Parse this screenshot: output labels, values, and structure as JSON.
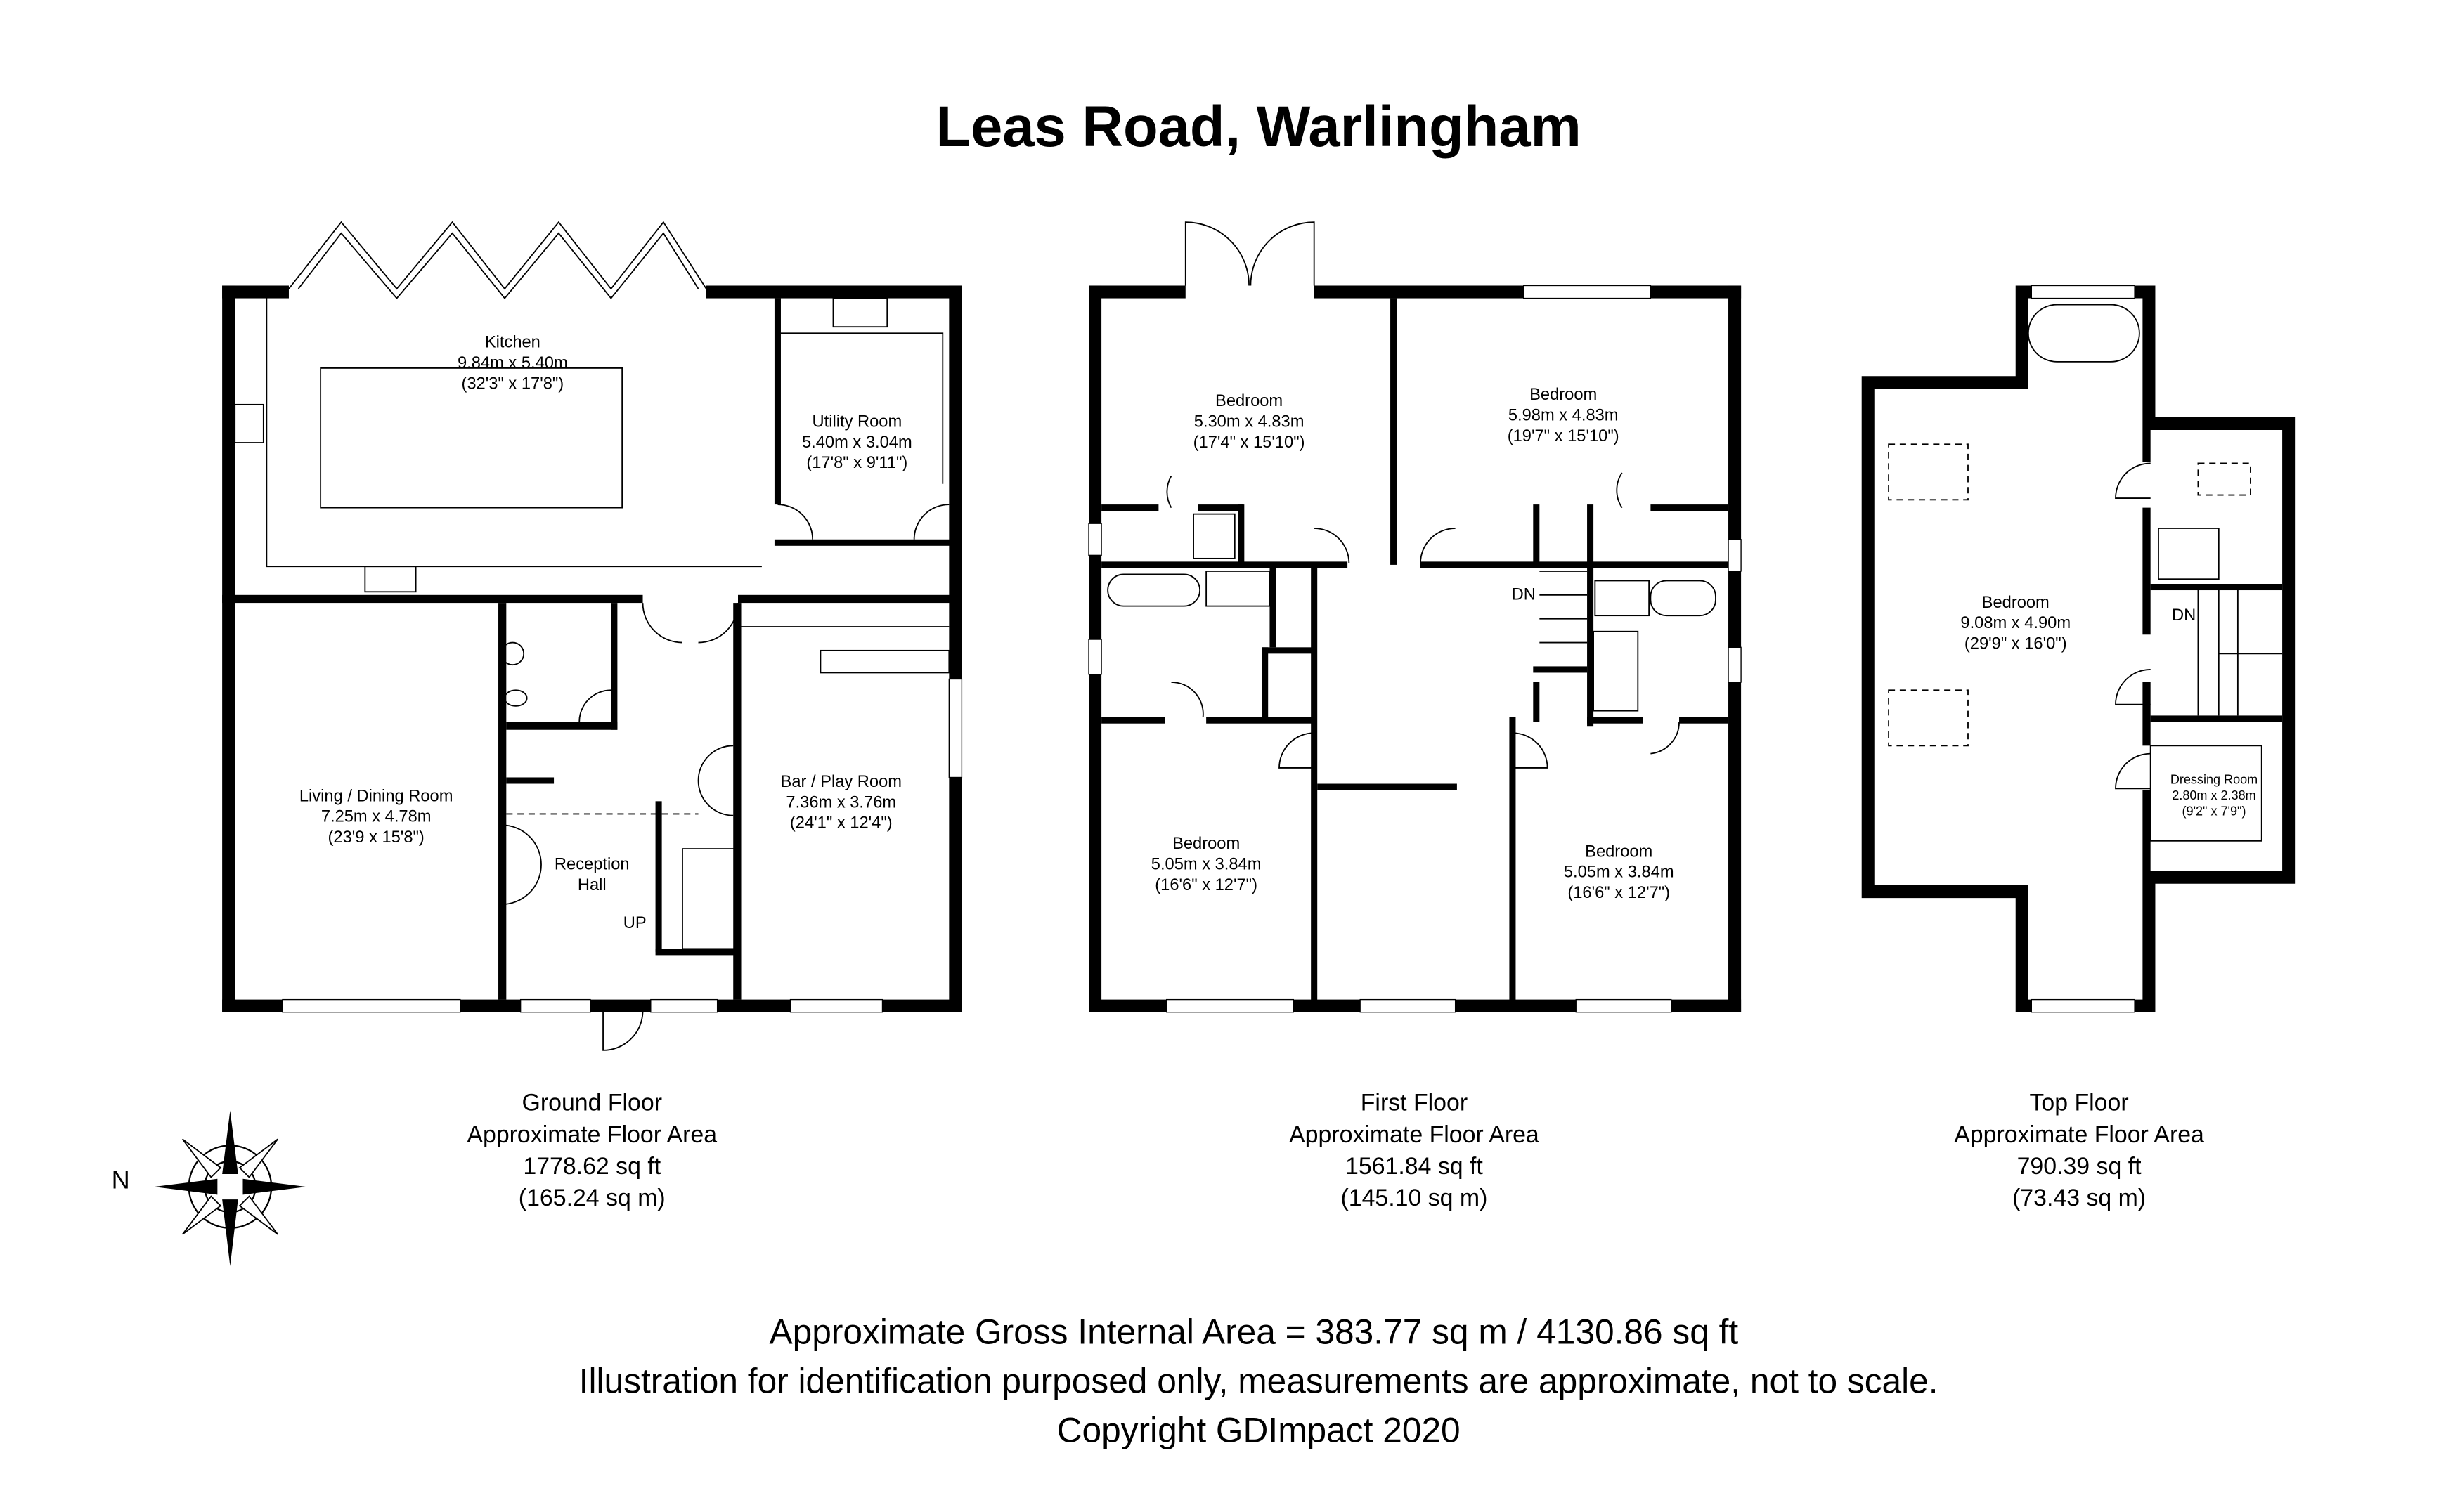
{
  "title": "Leas Road, Warlingham",
  "floors": [
    {
      "name": "Ground Floor",
      "area_label": "Approximate Floor Area",
      "sq_ft": "1778.62 sq ft",
      "sq_m": "(165.24 sq m)",
      "rooms": [
        {
          "name": "Kitchen",
          "metric": "9.84m x 5.40m",
          "imperial": "(32'3\" x 17'8\")"
        },
        {
          "name": "Utility Room",
          "metric": "5.40m x 3.04m",
          "imperial": "(17'8\" x 9'11\")"
        },
        {
          "name": "Living / Dining Room",
          "metric": "7.25m x 4.78m",
          "imperial": "(23'9 x 15'8\")"
        },
        {
          "name": "Bar / Play Room",
          "metric": "7.36m x 3.76m",
          "imperial": "(24'1\" x 12'4\")"
        },
        {
          "name": "Reception",
          "metric": "Hall",
          "imperial": ""
        }
      ],
      "stairs": "UP"
    },
    {
      "name": "First Floor",
      "area_label": "Approximate Floor Area",
      "sq_ft": "1561.84 sq ft",
      "sq_m": "(145.10 sq m)",
      "rooms": [
        {
          "name": "Bedroom",
          "metric": "5.30m x 4.83m",
          "imperial": "(17'4\" x 15'10\")"
        },
        {
          "name": "Bedroom",
          "metric": "5.98m x 4.83m",
          "imperial": "(19'7\" x 15'10\")"
        },
        {
          "name": "Bedroom",
          "metric": "5.05m x 3.84m",
          "imperial": "(16'6\" x 12'7\")"
        },
        {
          "name": "Bedroom",
          "metric": "5.05m x 3.84m",
          "imperial": "(16'6\" x 12'7\")"
        }
      ],
      "stairs": "DN"
    },
    {
      "name": "Top Floor",
      "area_label": "Approximate Floor Area",
      "sq_ft": "790.39 sq ft",
      "sq_m": "(73.43 sq m)",
      "rooms": [
        {
          "name": "Bedroom",
          "metric": "9.08m x 4.90m",
          "imperial": "(29'9\" x 16'0\")"
        },
        {
          "name": "Dressing Room",
          "metric": "2.80m x 2.38m",
          "imperial": "(9'2\" x 7'9\")"
        }
      ],
      "stairs": "DN"
    }
  ],
  "compass": {
    "label": "N",
    "icon": "compass-rose-icon"
  },
  "footer": {
    "gross_area": "Approximate Gross Internal Area = 383.77 sq m / 4130.86 sq ft",
    "disclaimer": "Illustration for identification purposed only, measurements are approximate, not to scale.",
    "copyright": "Copyright GDImpact 2020"
  }
}
